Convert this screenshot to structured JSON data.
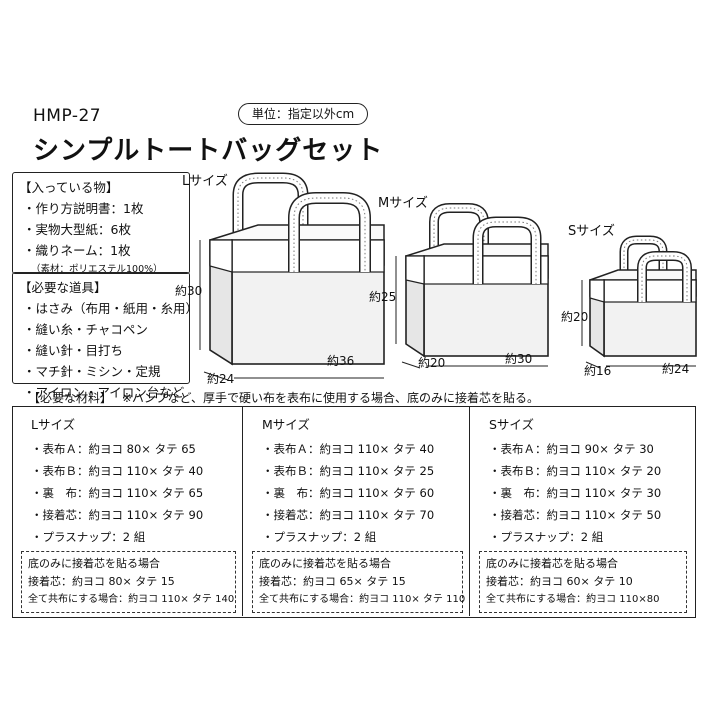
{
  "header": {
    "code": "HMP-27",
    "title": "シンプルトートバッグセット",
    "unit_note": "単位：指定以外cm"
  },
  "included": {
    "heading": "【入っている物】",
    "items": [
      "・作り方説明書：1枚",
      "・実物大型紙：6枚",
      "・織りネーム：1枚"
    ],
    "note": "（素材：ポリエステル100%）"
  },
  "tools": {
    "heading": "【必要な道具】",
    "items": [
      "・はさみ（布用・紙用・糸用）",
      "・縫い糸・チャコペン",
      "・縫い針・目打ち",
      "・マチ針・ミシン・定規",
      "・アイロン・アイロン台など"
    ]
  },
  "bags": {
    "l": {
      "label": "Lサイズ",
      "height": "約30",
      "depth": "約24",
      "width": "約36"
    },
    "m": {
      "label": "Mサイズ",
      "height": "約25",
      "depth": "約20",
      "width": "約30"
    },
    "s": {
      "label": "Sサイズ",
      "height": "約20",
      "depth": "約16",
      "width": "約24"
    }
  },
  "materials": {
    "heading": "【必要な材料】",
    "note": "※ハンプなど、厚手で硬い布を表布に使用する場合、底のみに接着芯を貼る。",
    "columns": [
      {
        "title": "Lサイズ",
        "items": [
          "・表布Ａ：約ヨコ 80× タテ 65",
          "・表布Ｂ：約ヨコ 110× タテ 40",
          "・裏　布：約ヨコ 110× タテ 65",
          "・接着芯：約ヨコ 110× タテ 90",
          "・プラスナップ：2 組"
        ],
        "box_title": "底のみに接着芯を貼る場合",
        "box_line": "接着芯：約ヨコ 80× タテ 15",
        "box_small": "全て共布にする場合：約ヨコ 110× タテ 140"
      },
      {
        "title": "Mサイズ",
        "items": [
          "・表布Ａ：約ヨコ 110× タテ 40",
          "・表布Ｂ：約ヨコ 110× タテ 25",
          "・裏　布：約ヨコ 110× タテ 60",
          "・接着芯：約ヨコ 110× タテ 70",
          "・プラスナップ：2 組"
        ],
        "box_title": "底のみに接着芯を貼る場合",
        "box_line": "接着芯：約ヨコ 65× タテ 15",
        "box_small": "全て共布にする場合：約ヨコ 110× タテ 110"
      },
      {
        "title": "Sサイズ",
        "items": [
          "・表布Ａ：約ヨコ 90× タテ 30",
          "・表布Ｂ：約ヨコ 110× タテ 20",
          "・裏　布：約ヨコ 110× タテ 30",
          "・接着芯：約ヨコ 110× タテ 50",
          "・プラスナップ：2 組"
        ],
        "box_title": "底のみに接着芯を貼る場合",
        "box_line": "接着芯：約ヨコ 60× タテ 10",
        "box_small": "全て共布にする場合：約ヨコ 110×80"
      }
    ]
  }
}
